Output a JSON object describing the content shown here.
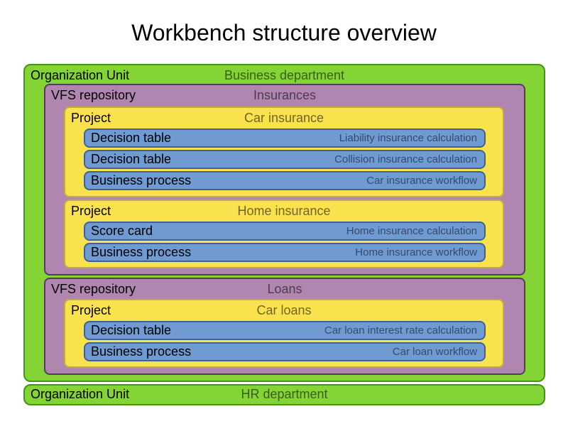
{
  "title": "Workbench structure overview",
  "colors": {
    "org_unit_fill": "#84d435",
    "org_unit_border": "#3f970d",
    "repository_fill": "#b086b0",
    "repository_border": "#573a5e",
    "project_fill": "#fae24e",
    "project_border": "#bfae3e",
    "asset_fill": "#6f9bd2",
    "asset_border": "#3c6394",
    "label_text": "#000000",
    "value_text": "#5a5a5a"
  },
  "diagram": {
    "org_units": [
      {
        "type_label": "Organization Unit",
        "name": "Business department",
        "repositories": [
          {
            "type_label": "VFS repository",
            "name": "Insurances",
            "projects": [
              {
                "type_label": "Project",
                "name": "Car insurance",
                "assets": [
                  {
                    "type_label": "Decision table",
                    "name": "Liability insurance calculation"
                  },
                  {
                    "type_label": "Decision table",
                    "name": "Collision insurance calculation"
                  },
                  {
                    "type_label": "Business process",
                    "name": "Car insurance workflow"
                  }
                ]
              },
              {
                "type_label": "Project",
                "name": "Home insurance",
                "assets": [
                  {
                    "type_label": "Score card",
                    "name": "Home insurance calculation"
                  },
                  {
                    "type_label": "Business process",
                    "name": "Home insurance workflow"
                  }
                ]
              }
            ]
          },
          {
            "type_label": "VFS repository",
            "name": "Loans",
            "projects": [
              {
                "type_label": "Project",
                "name": "Car loans",
                "assets": [
                  {
                    "type_label": "Decision table",
                    "name": "Car loan interest rate calculation"
                  },
                  {
                    "type_label": "Business process",
                    "name": "Car loan workflow"
                  }
                ]
              }
            ]
          }
        ]
      },
      {
        "type_label": "Organization Unit",
        "name": "HR department",
        "repositories": []
      }
    ]
  }
}
